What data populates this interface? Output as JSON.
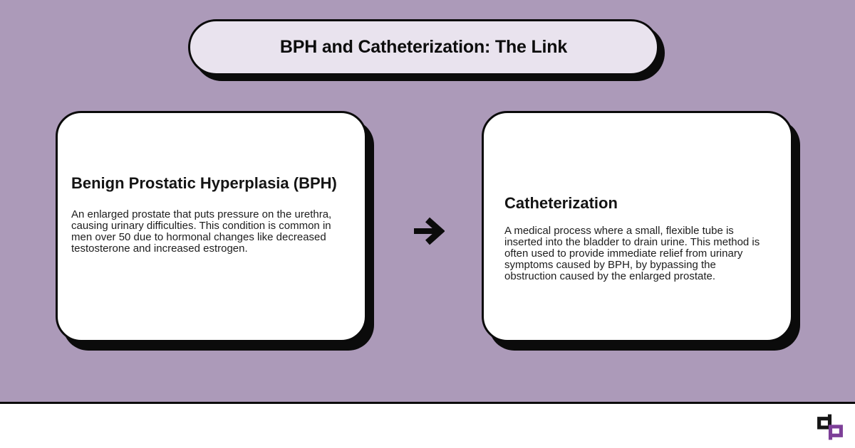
{
  "header": {
    "title": "BPH and Catheterization: The Link"
  },
  "cards": [
    {
      "id": "bph",
      "heading": "Benign Prostatic Hyperplasia (BPH)",
      "body": "An enlarged prostate that puts pressure on the urethra, causing urinary difficulties. This condition is common in men over 50 due to hormonal changes like decreased testosterone and increased estrogen."
    },
    {
      "id": "catheterization",
      "heading": "Catheterization",
      "body": "A medical process where a small, flexible tube is inserted into the bladder to drain urine. This method is often used to provide immediate relief from urinary symptoms caused by BPH, by bypassing the obstruction caused by the enlarged prostate."
    }
  ],
  "connector": {
    "icon": "right-arrow-icon"
  },
  "footer": {
    "logo_icon": "dp-monogram-logo"
  },
  "colors": {
    "background": "#ac9ab9",
    "pill_fill": "#e9e3ee",
    "card_fill": "#ffffff",
    "outline": "#0b0b0b",
    "logo_purple": "#7d3f98"
  }
}
